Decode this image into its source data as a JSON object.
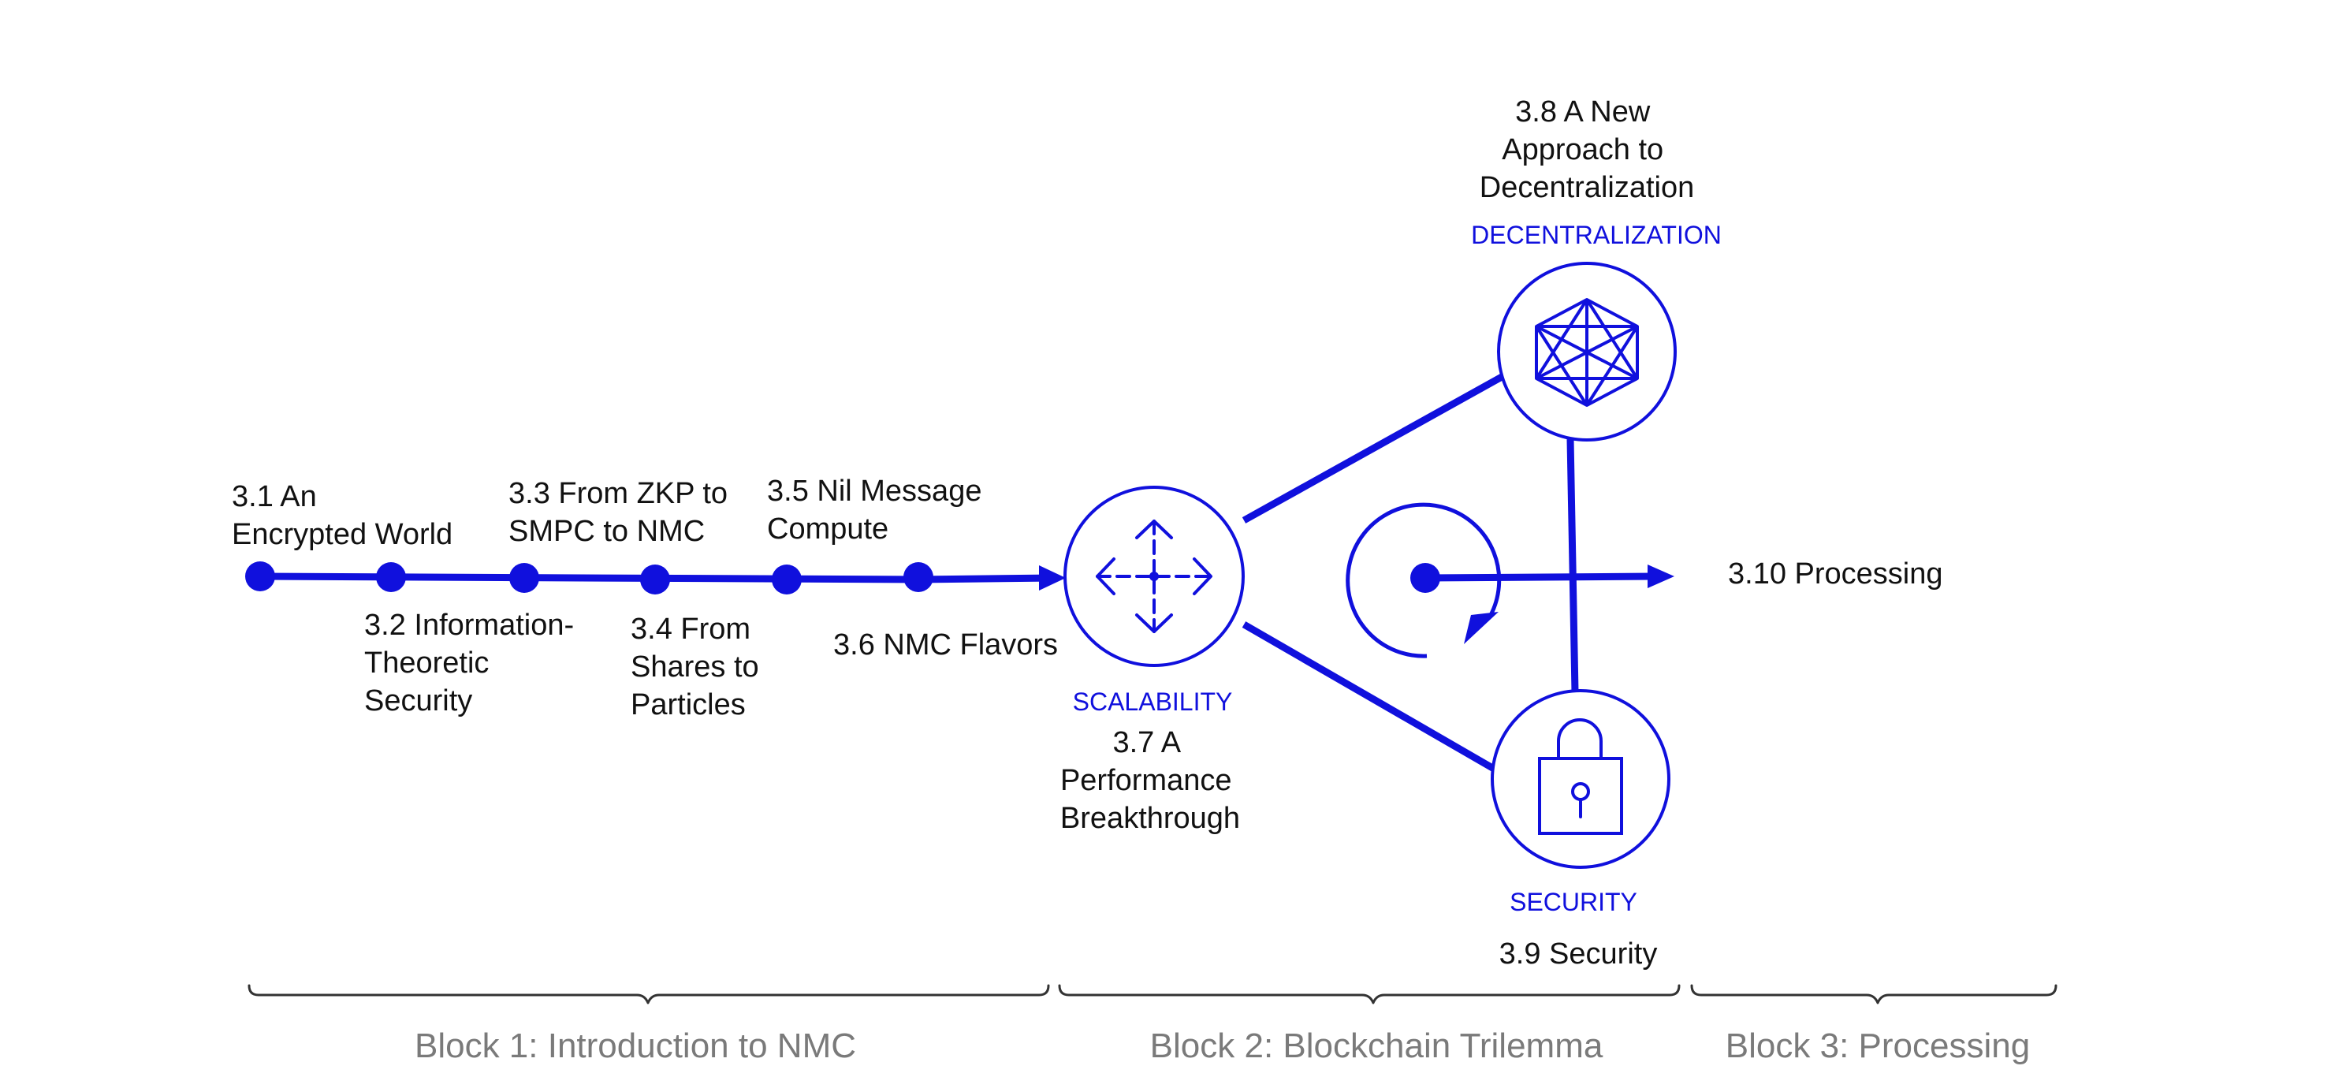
{
  "colors": {
    "accent": "#1010dd",
    "text": "#111111",
    "block_text": "#7a7a7a",
    "bracket": "#333333"
  },
  "steps": [
    {
      "id": "3.1",
      "lines": [
        "3.1 An",
        "Encrypted World"
      ]
    },
    {
      "id": "3.2",
      "lines": [
        "3.2 Information-",
        "Theoretic",
        "Security"
      ]
    },
    {
      "id": "3.3",
      "lines": [
        "3.3 From ZKP to",
        "SMPC to NMC"
      ]
    },
    {
      "id": "3.4",
      "lines": [
        "3.4 From",
        "Shares to",
        "Particles"
      ]
    },
    {
      "id": "3.5",
      "lines": [
        "3.5 Nil Message",
        "Compute"
      ]
    },
    {
      "id": "3.6",
      "lines": [
        "3.6 NMC Flavors"
      ]
    }
  ],
  "trilemma": {
    "scalability": {
      "tag": "SCALABILITY",
      "lines": [
        "3.7 A",
        "Performance",
        "Breakthrough"
      ],
      "icon": "move-arrows-icon"
    },
    "decentralization": {
      "tag": "DECENTRALIZATION",
      "lines": [
        "3.8 A New",
        "Approach to",
        "Decentralization"
      ],
      "icon": "network-hexagon-icon"
    },
    "security": {
      "tag": "SECURITY",
      "lines": [
        "3.9 Security"
      ],
      "icon": "padlock-icon"
    }
  },
  "processing": {
    "label": "3.10 Processing",
    "icon": "rotate-arrow-icon"
  },
  "blocks": [
    {
      "label": "Block 1: Introduction to NMC"
    },
    {
      "label": "Block 2: Blockchain Trilemma"
    },
    {
      "label": "Block 3: Processing"
    }
  ]
}
